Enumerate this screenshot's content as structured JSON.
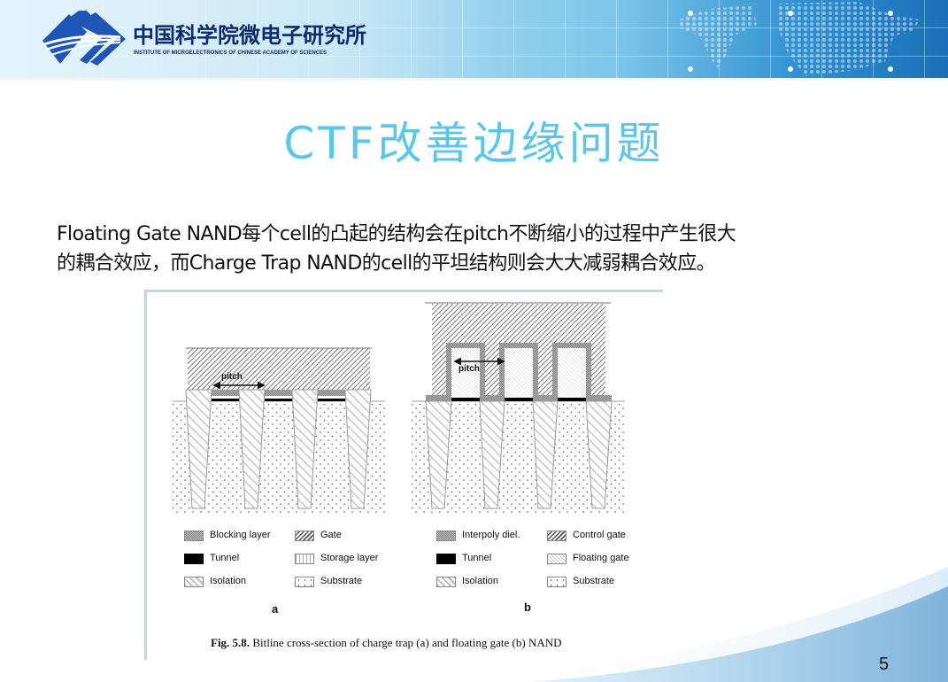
{
  "header": {
    "institute_cn": "中国科学院微电子研究所",
    "institute_en": "INSTITUTE OF MICROELECTRONICS OF CHINESE ACADEMY OF SCIENCES",
    "accent_color": "#5cc6ea"
  },
  "slide": {
    "title": "CTF改善边缘问题",
    "body_line1": "Floating Gate NAND每个cell的凸起的结构会在pitch不断缩小的过程中产生很大",
    "body_line2": "的耦合效应，而Charge Trap NAND的cell的平坦结构则会大大减弱耦合效应。",
    "page_number": "5"
  },
  "figure": {
    "panel_a": {
      "letter": "a",
      "pitch_label": "pitch",
      "legend": [
        {
          "label": "Blocking layer",
          "pattern": "checker"
        },
        {
          "label": "Gate",
          "pattern": "dense-hatch"
        },
        {
          "label": "Tunnel",
          "pattern": "solid-black"
        },
        {
          "label": "Storage layer",
          "pattern": "vertical-lines"
        },
        {
          "label": "Isolation",
          "pattern": "wide-hatch"
        },
        {
          "label": "Substrate",
          "pattern": "dots"
        }
      ]
    },
    "panel_b": {
      "letter": "b",
      "pitch_label": "pitch",
      "legend": [
        {
          "label": "Interpoly diel.",
          "pattern": "checker"
        },
        {
          "label": "Control gate",
          "pattern": "dense-hatch"
        },
        {
          "label": "Tunnel",
          "pattern": "solid-black"
        },
        {
          "label": "Floating gate",
          "pattern": "light-hatch"
        },
        {
          "label": "Isolation",
          "pattern": "wide-hatch"
        },
        {
          "label": "Substrate",
          "pattern": "dots"
        }
      ]
    },
    "caption_bold": "Fig. 5.8.",
    "caption_text": " Bitline cross-section of charge trap (a) and floating gate (b) NAND"
  }
}
